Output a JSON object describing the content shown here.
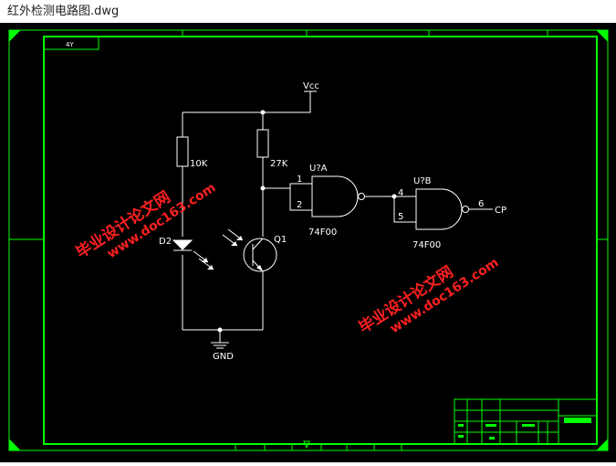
{
  "window": {
    "title": "红外检测电路图.dwg"
  },
  "drawing": {
    "sheet_tag": "4Y",
    "labels": {
      "vcc": "Vcc",
      "r1": "10K",
      "r2": "27K",
      "d2": "D2",
      "q1": "Q1",
      "gnd": "GND",
      "gate_a": "U?A",
      "gate_b": "U?B",
      "part_a": "74F00",
      "part_b": "74F00",
      "pin1": "1",
      "pin2": "2",
      "pin4": "4",
      "pin5": "5",
      "pin6": "6",
      "cp": "CP"
    },
    "watermarks": [
      {
        "line1": "毕业设计论文网",
        "line2": "www.doc163.com"
      },
      {
        "line1": "毕业设计论文网",
        "line2": "www.doc163.com"
      }
    ]
  },
  "colors": {
    "frame": "#00ff00",
    "wire": "#ffffff",
    "watermark": "#ff2020",
    "background": "#000000"
  }
}
